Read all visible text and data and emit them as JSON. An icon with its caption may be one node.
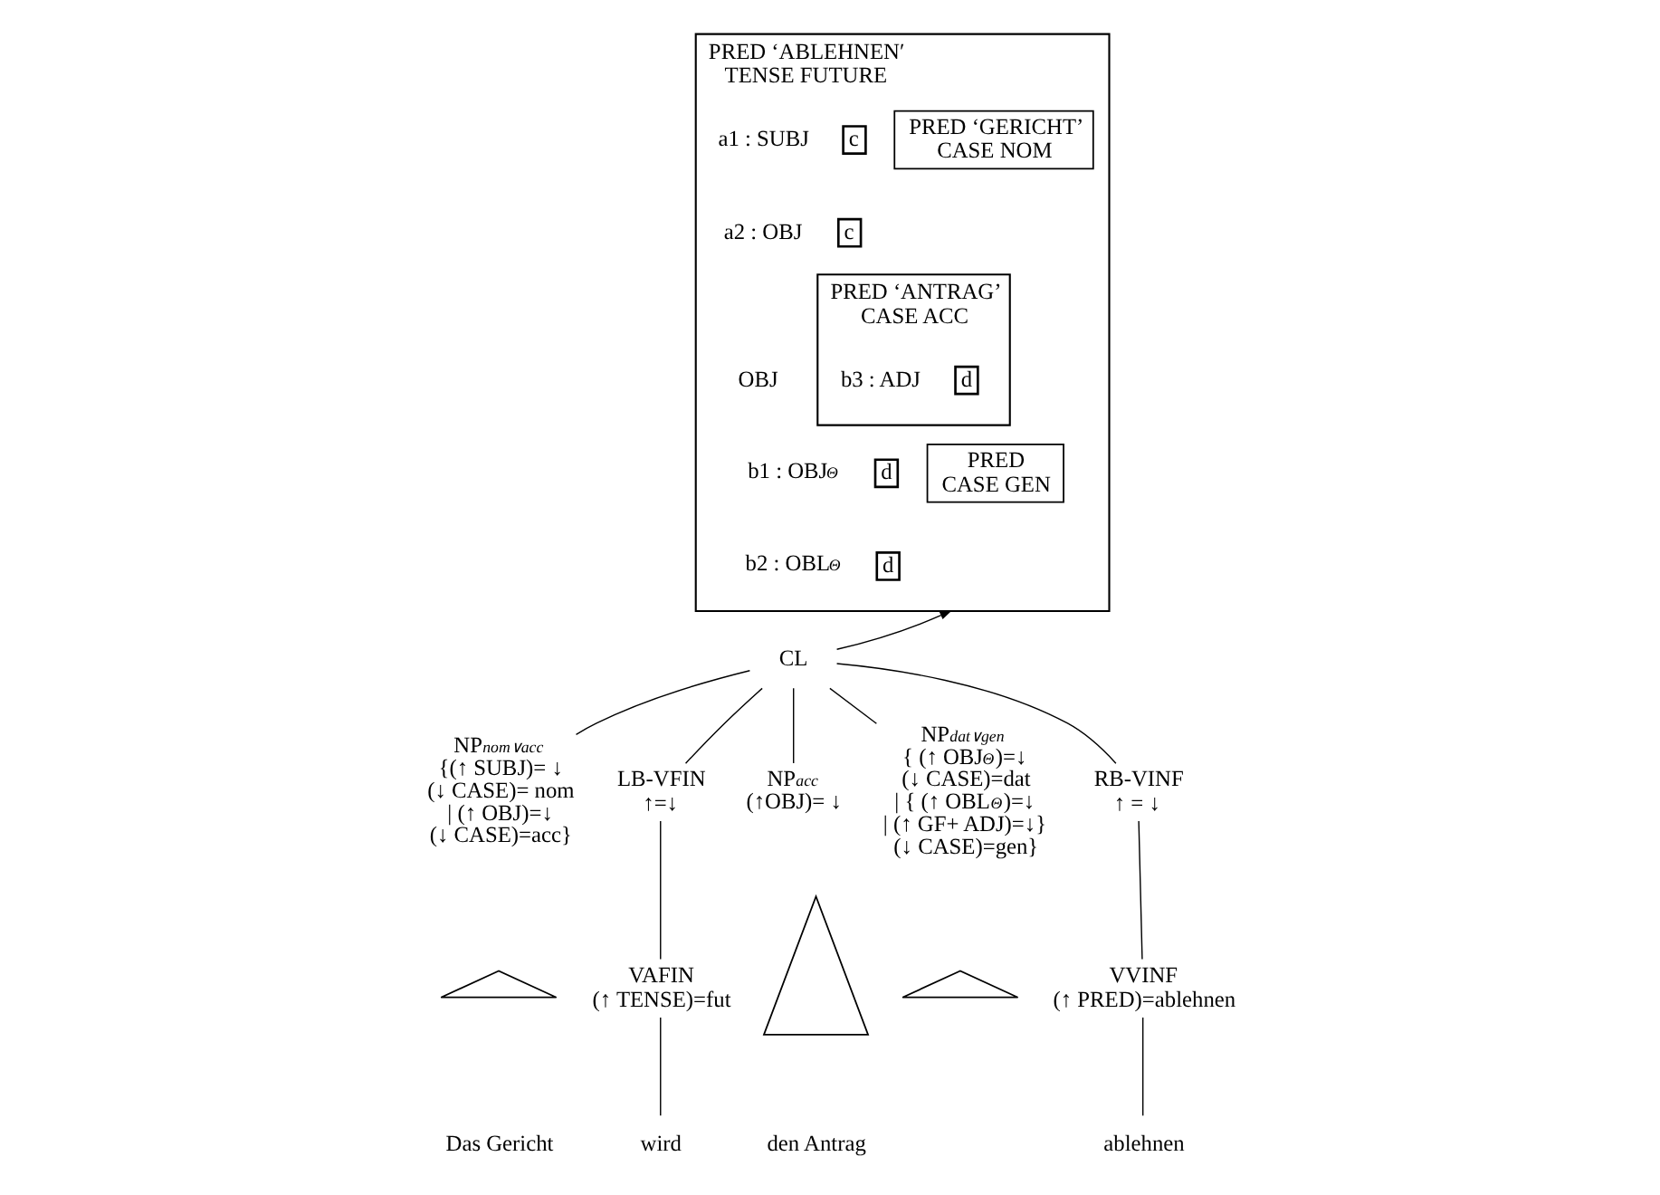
{
  "diagram": {
    "nodes": [
      {
        "text": [
          "PRED ‘ABLEHNEN′",
          "TENSE FUTURE"
        ]
      },
      {
        "text": [
          "c"
        ],
        "in": 0
      },
      {
        "text": [
          "PRED ‘GERICHT’",
          "CASE NOM"
        ],
        "in": 0
      },
      {
        "text": [
          "c"
        ],
        "in": 0
      },
      {
        "text": [
          "PRED ‘ANTRAG’",
          "CASE ACC"
        ],
        "in": 0
      },
      {
        "text": [
          "d"
        ],
        "in": 4
      },
      {
        "text": [
          "d"
        ],
        "in": 0
      },
      {
        "text": [
          "PRED",
          "CASE GEN"
        ],
        "in": 0
      },
      {
        "text": [
          "d"
        ],
        "in": 0
      },
      {
        "text": [
          "CL"
        ]
      },
      {
        "text": [
          "NP$_{nom∨acc}$",
          "{(↑ SUBJ)= ↓",
          "(↓ CASE)= nom",
          "| (↑ OBJ)=↓",
          "(↓ CASE)=acc}"
        ]
      },
      {
        "text": [
          "LB-VFIN",
          "↑=↓"
        ]
      },
      {
        "text": [
          "NP$_{acc}$",
          "(↑OBJ)= ↓"
        ]
      },
      {
        "text": [
          "NP$_{dat∨gen}$",
          "{ (↑ OBJ$_{Θ}$)=↓",
          "(↓ CASE)=dat",
          "| { (↑ OBL$_{Θ}$)=↓",
          "| (↑ GF+ ADJ)=↓}",
          "(↓ CASE)=gen}"
        ]
      },
      {
        "text": [
          "RB-VINF",
          "↑ = ↓"
        ]
      },
      {
        "text": [
          "VAFIN",
          "(↑ TENSE)=fut"
        ]
      },
      {
        "text": [
          "VVINF",
          "(↑ PRED)=ablehnen"
        ]
      },
      {
        "text": [],
        "shape": "triangle"
      },
      {
        "text": [],
        "shape": "triangle"
      },
      {
        "text": [],
        "shape": "triangle"
      },
      {
        "text": [
          "Das Gericht"
        ]
      },
      {
        "text": [
          "wird"
        ]
      },
      {
        "text": [
          "den Antrag"
        ]
      },
      {
        "text": [
          "ablehnen"
        ]
      }
    ],
    "edges": [
      {
        "from": 9,
        "to": 0,
        "arrow": "to"
      },
      {
        "from": 9,
        "to": 10,
        "arrow": "none"
      },
      {
        "from": 9,
        "to": 11,
        "arrow": "none"
      },
      {
        "from": 9,
        "to": 12,
        "arrow": "none"
      },
      {
        "from": 9,
        "to": 13,
        "arrow": "none"
      },
      {
        "from": 9,
        "to": 14,
        "arrow": "none"
      },
      {
        "from": 11,
        "to": 15,
        "arrow": "none"
      },
      {
        "from": 14,
        "to": 16,
        "arrow": "none"
      },
      {
        "from": 15,
        "to": 21,
        "arrow": "none"
      },
      {
        "from": 16,
        "to": 23,
        "arrow": "none"
      }
    ],
    "labels": [
      "a1 : SUBJ",
      "a2 : OBJ",
      "OBJ",
      "b3 : ADJ",
      "b1 : OBJ$_{Θ}$",
      "b2 : OBL$_{Θ}$"
    ]
  }
}
